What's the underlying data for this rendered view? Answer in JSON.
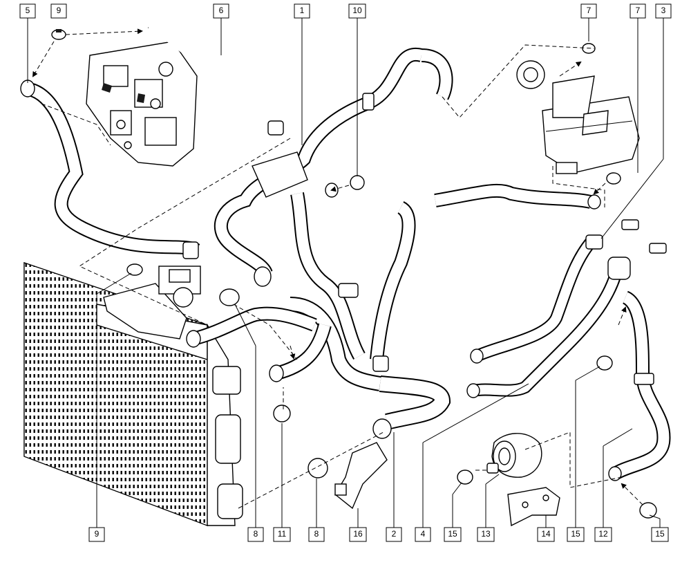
{
  "callouts": {
    "top": [
      "5",
      "9",
      "6",
      "1",
      "10",
      "7",
      "7",
      "3"
    ],
    "bottom": [
      "9",
      "8",
      "11",
      "8",
      "16",
      "2",
      "4",
      "15",
      "13",
      "14",
      "15",
      "12",
      "15"
    ]
  },
  "icons": {
    "radiator": "radiator-icon",
    "thermostat_housing": "thermostat-housing-icon",
    "expansion_tank": "expansion-tank-icon",
    "water_pump": "electric-water-pump-icon",
    "hose_clamp": "hose-clamp-icon"
  }
}
